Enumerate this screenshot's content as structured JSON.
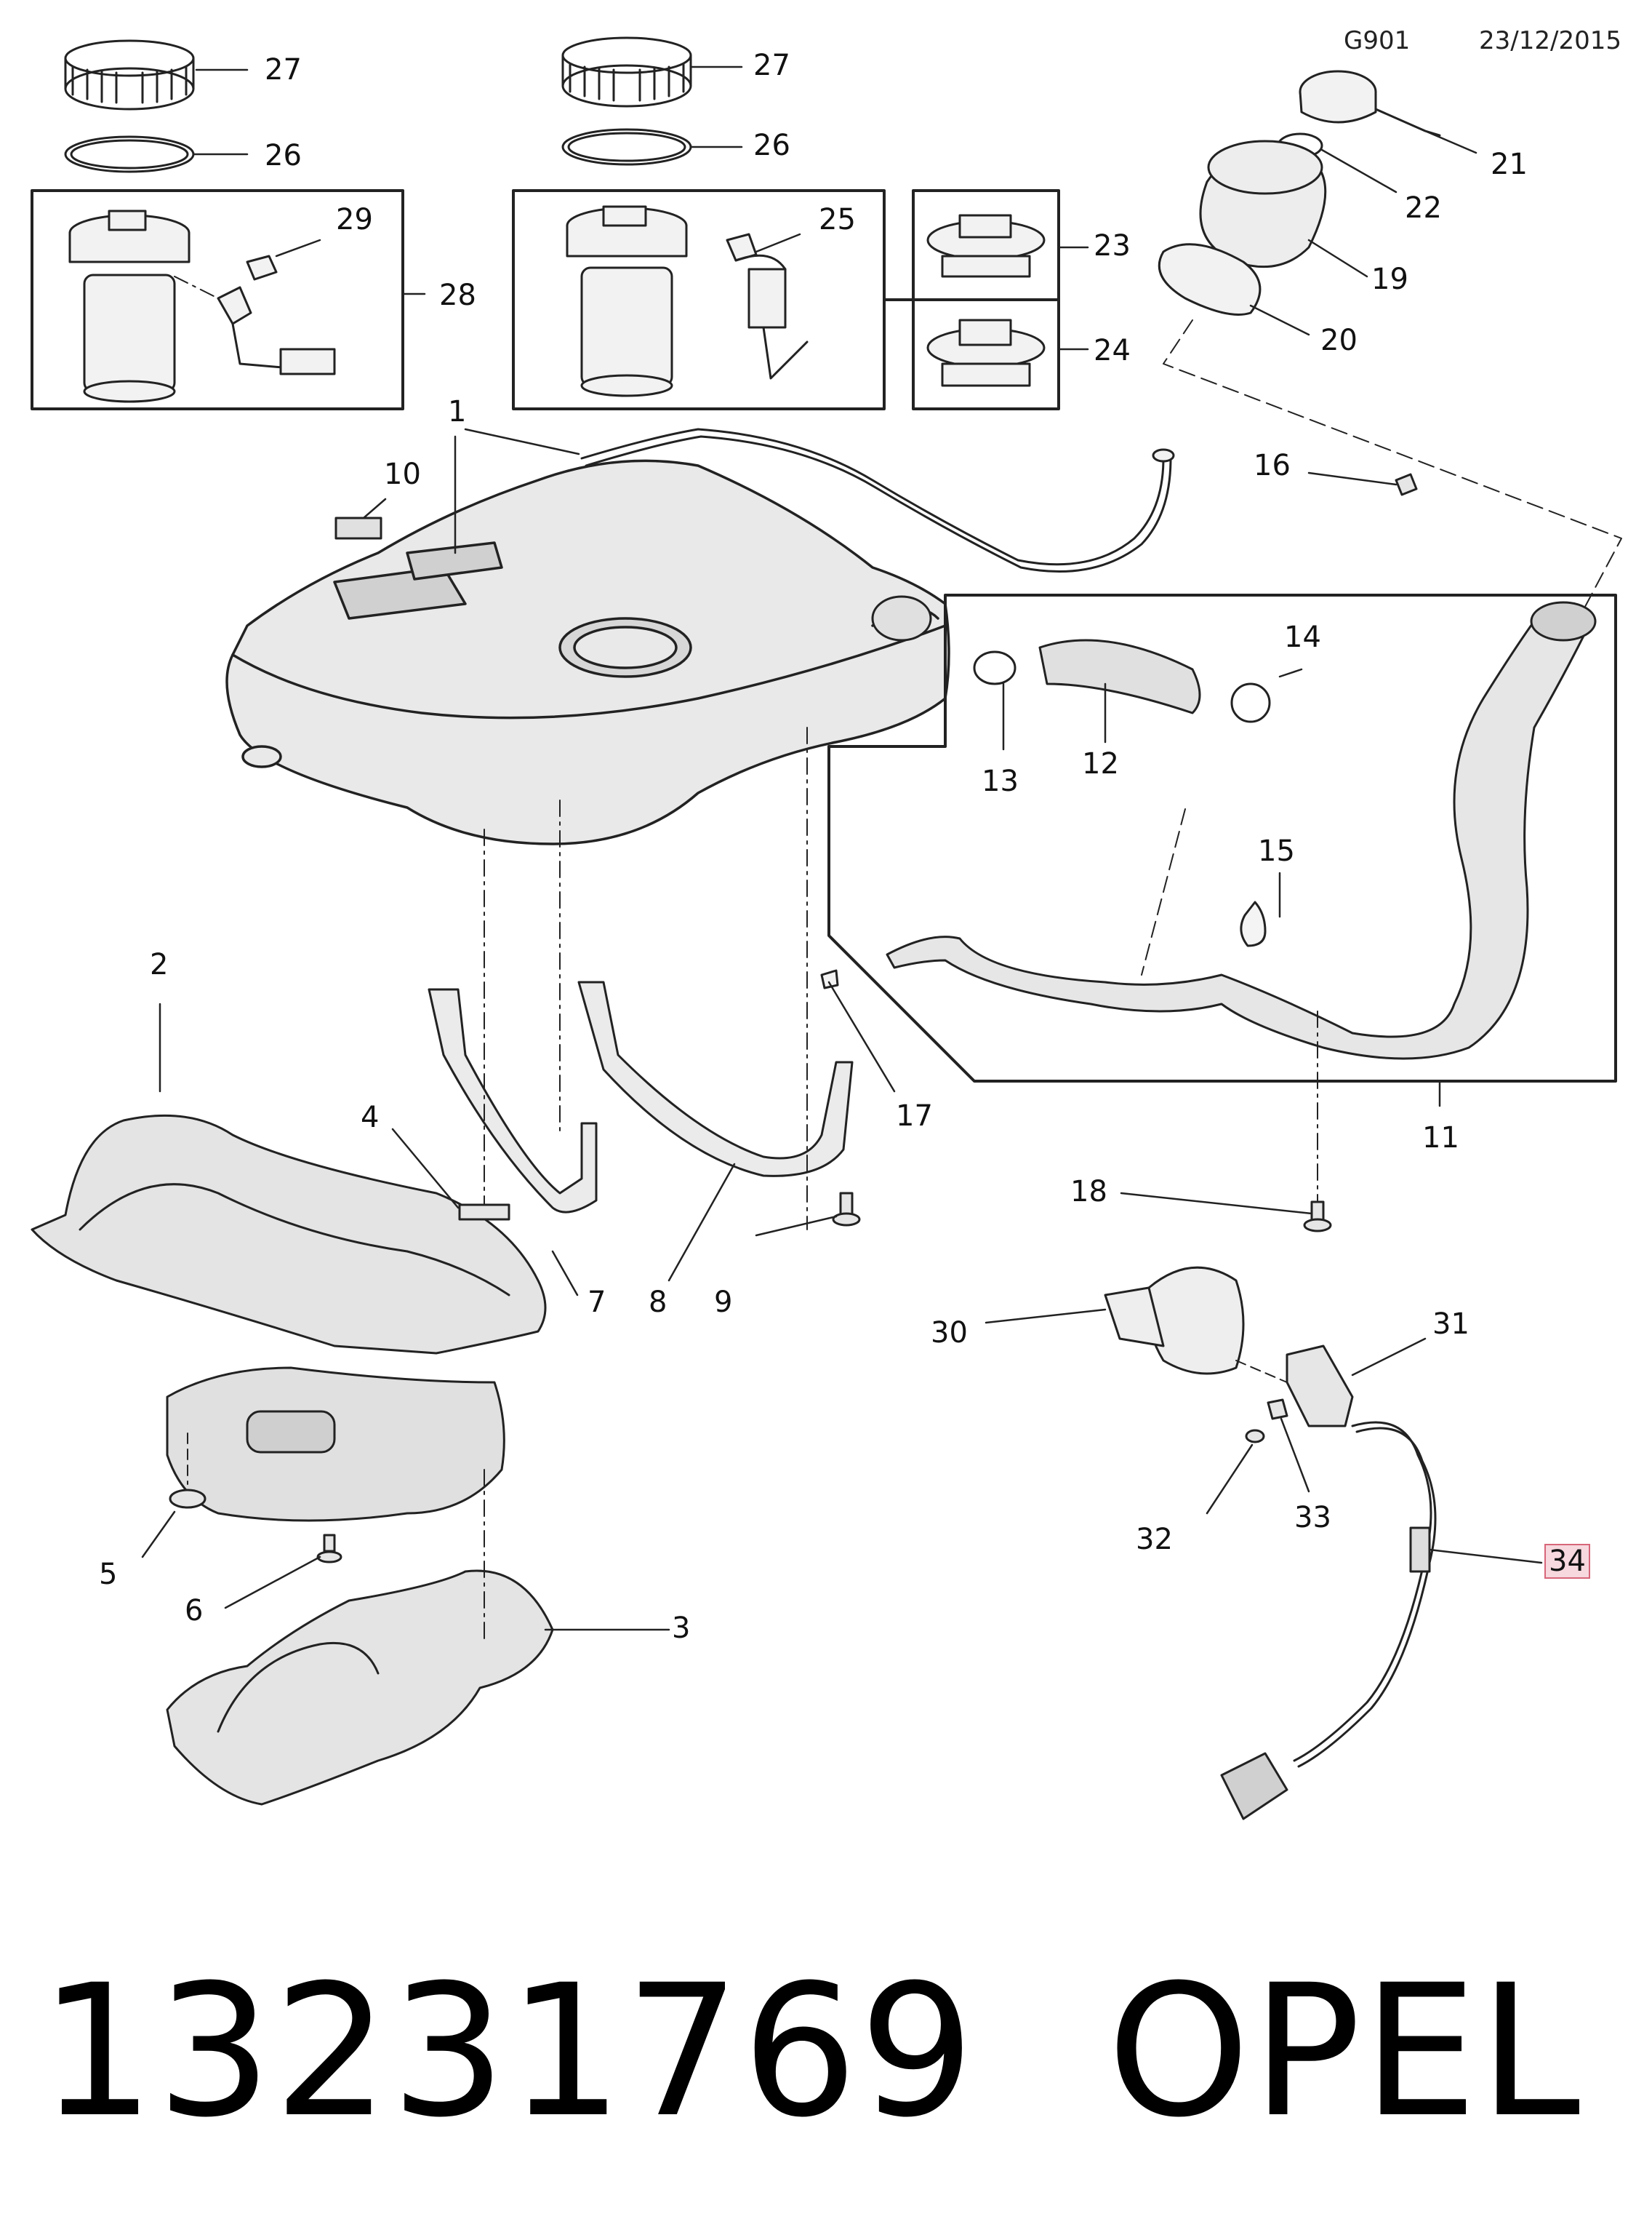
{
  "header": {
    "code": "G901",
    "date": "23/12/2015"
  },
  "callouts": {
    "c1": "1",
    "c2": "2",
    "c3": "3",
    "c4": "4",
    "c5": "5",
    "c6": "6",
    "c7": "7",
    "c8": "8",
    "c9": "9",
    "c10": "10",
    "c11": "11",
    "c12": "12",
    "c13": "13",
    "c14": "14",
    "c15": "15",
    "c16": "16",
    "c17": "17",
    "c18": "18",
    "c19": "19",
    "c20": "20",
    "c21": "21",
    "c22": "22",
    "c23": "23",
    "c24": "24",
    "c25": "25",
    "c26a": "26",
    "c26b": "26",
    "c27a": "27",
    "c27b": "27",
    "c28": "28",
    "c29": "29",
    "c30": "30",
    "c31": "31",
    "c32": "32",
    "c33": "33",
    "c34": "34"
  },
  "highlighted_part": "34",
  "caption": {
    "part_number": "13231769",
    "brand": "OPEL"
  }
}
